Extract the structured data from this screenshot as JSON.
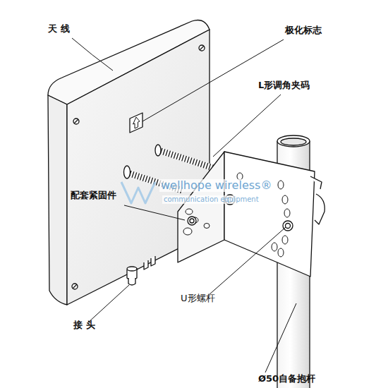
{
  "diagram": {
    "labels": [
      "天 线",
      "极化标志",
      "L形调角夹码",
      "配套紧固件",
      "U形螺杆",
      "接 头",
      "Ø50自备抱杆",
      "wellhope wireless®",
      "communication equipment"
    ]
  }
}
